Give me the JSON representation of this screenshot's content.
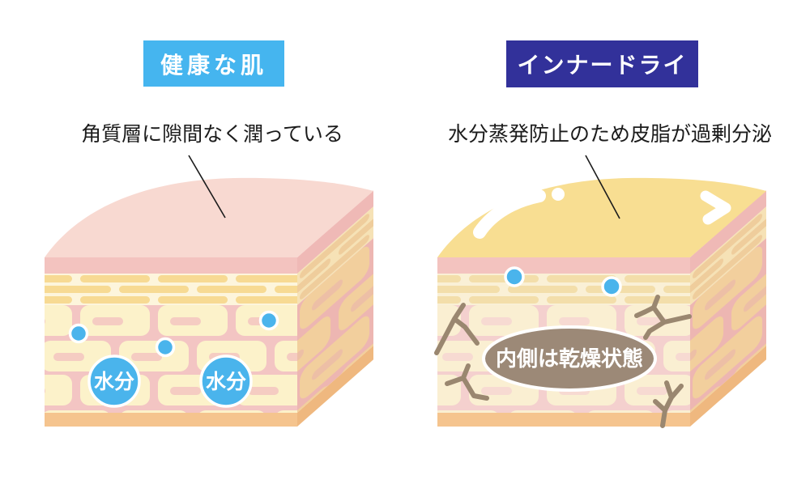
{
  "diagram": {
    "left_panel": {
      "title": "健康な肌",
      "title_bg": "#45B5EF",
      "description": "角質層に隙間なく潤っている",
      "moisture_label": "水分"
    },
    "right_panel": {
      "title": "インナードライ",
      "title_bg": "#32319A",
      "description": "水分蒸発防止のため皮脂が過剰分泌",
      "inner_dry_label": "内側は乾燥状態"
    },
    "icons": {
      "water_drop": "water-drop-icon",
      "moisture_circle": "moisture-circle",
      "crack": "crack-icon",
      "sebum_shine": "shine-icon",
      "pointer_line": "pointer-line"
    },
    "colors": {
      "healthy_title_bg": "#45B5EF",
      "innerdry_title_bg": "#32319A",
      "water_blue": "#4AB4EC",
      "healthy_surface_pink": "#F8D9D1",
      "sebum_yellow": "#F8DE92",
      "crack_brown": "#9A8770",
      "dry_ellipse_brown": "#9C8977",
      "bottom_band_orange": "#F5C48E"
    }
  }
}
